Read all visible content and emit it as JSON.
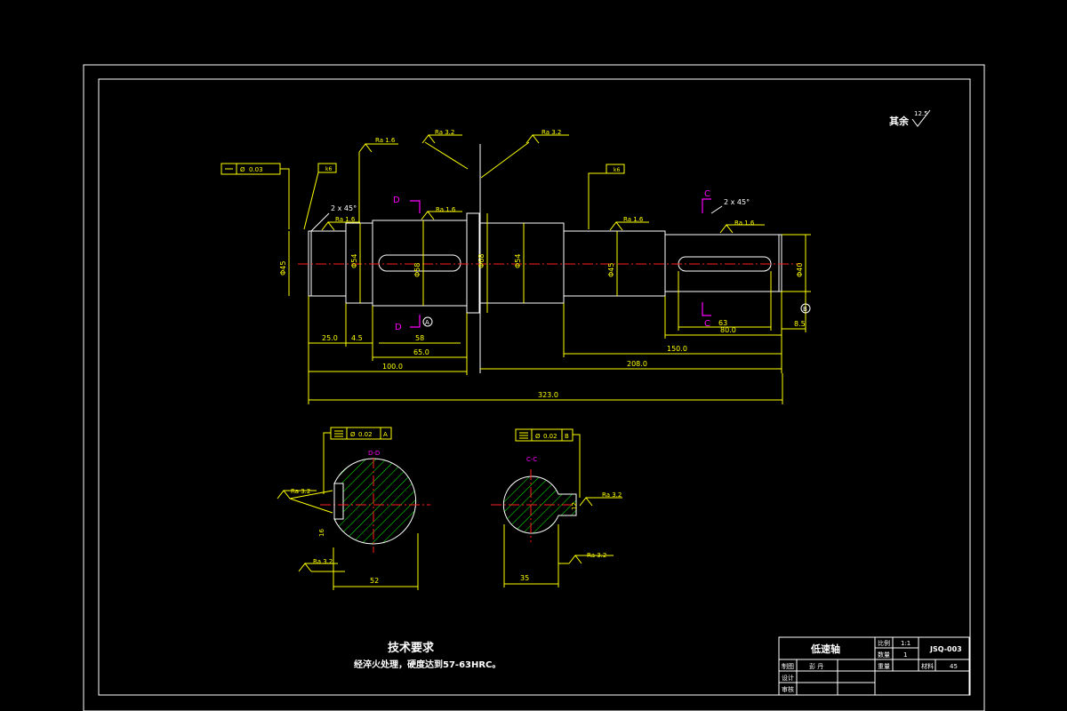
{
  "corner_roughness": {
    "label": "其余",
    "value": "12.5"
  },
  "roughness_callouts": [
    "Ra 1.6",
    "Ra 3.2",
    "Ra 3.2",
    "Ra 1.6",
    "Ra 1.6",
    "Ra 1.6",
    "Ra 1.6",
    "Ra 3.2",
    "Ra 3.2",
    "Ra 3.2",
    "Ra 3.2"
  ],
  "tolerance_frames": {
    "top": {
      "value": "0.03"
    },
    "section_a": {
      "value": "0.02",
      "datum": "A"
    },
    "section_b": {
      "value": "0.02",
      "datum": "B"
    }
  },
  "fit_tags": [
    "k6",
    "k6"
  ],
  "chamfers": [
    "2 x 45°",
    "2 x 45°"
  ],
  "section_marks": {
    "d": "D",
    "c": "C",
    "dd": "D-D",
    "cc": "C-C"
  },
  "datums": [
    "A",
    "B"
  ],
  "diameters": [
    "Φ45",
    "Φ54",
    "Φ58",
    "Φ68",
    "Φ54",
    "Φ45",
    "Φ40"
  ],
  "dimensions": {
    "d25": "25.0",
    "d45": "4.5",
    "d58": "58",
    "d65": "65.0",
    "d100": "100.0",
    "d208": "208.0",
    "d150": "150.0",
    "d63": "63",
    "d80": "80.0",
    "d85": "8.5",
    "d323": "323.0",
    "sec_a_width": "52",
    "sec_a_key": "16",
    "sec_b_width": "35",
    "sec_b_key": "12"
  },
  "tech_req": {
    "title": "技术要求",
    "line": "经淬火处理，硬度达到57-63HRC。"
  },
  "title_block": {
    "part_name": "低速轴",
    "scale_label": "比例",
    "scale": "1:1",
    "qty_label": "数量",
    "qty": "1",
    "drawing_no": "JSQ-003",
    "drawn_label": "制图",
    "drawn_by": "彭 丹",
    "weight_label": "重量",
    "material_label": "材料",
    "material": "45",
    "design_label": "设计",
    "review_label": "审核"
  }
}
